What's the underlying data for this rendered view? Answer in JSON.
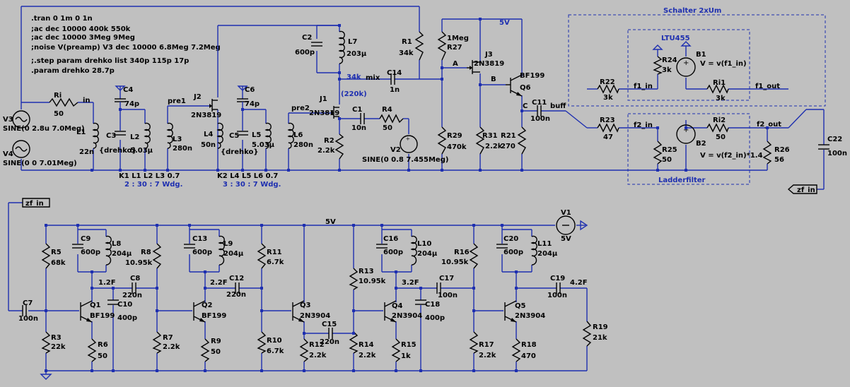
{
  "directives": [
    ".tran 0 1m 0 1n",
    ";ac dec 10000 400k 550k",
    ";ac dec 10000 3Meg 9Meg",
    ";noise V(preamp) V3 dec 10000 6.8Meg 7.2Meg",
    ";.step param drehko list 340p 115p 17p",
    ".param drehko 28.7p"
  ],
  "top": {
    "V3": "V3",
    "V3v": "SINE(0 2.8u 7.0Meg)",
    "V4": "V4",
    "V4v": "SINE(0 0 7.01Meg)",
    "Ri": "Ri",
    "Riv": "50",
    "in": "in",
    "L1": "L1",
    "L1v": "22n",
    "C3": "C3",
    "C3v": "{drehko}",
    "C4": "C4",
    "C4v": "74p",
    "L2": "L2",
    "L2v": "5.03µ",
    "L3": "L3",
    "L3v": "280n",
    "pre1": "pre1",
    "J2": "J2",
    "J2v": "2N3819",
    "L4": "L4",
    "L4v": "50n",
    "C5": "C5",
    "C5v": "{drehko}",
    "C6": "C6",
    "C6v": "74p",
    "L5": "L5",
    "L5v": "5.03µ",
    "L6": "L6",
    "L6v": "280n",
    "pre2": "pre2",
    "K1": "K1 L1 L2 L3 0.7",
    "K1w": "2 : 30 : 7 Wdg.",
    "K2": "K2 L4 L5 L6 0.7",
    "K2w": "3 : 30 : 7 Wdg.",
    "C2": "C2",
    "C2v": "600p",
    "L7": "L7",
    "L7v": "203µ",
    "f34k": "34k",
    "mix": "mix",
    "f220k": "(220k)",
    "J1": "J1",
    "J1v": "2N3819",
    "C1": "C1",
    "C1v": "10n",
    "R4": "R4",
    "R4v": "50",
    "C14": "C14",
    "C14v": "1n",
    "R2": "R2",
    "R2v": "2.2k",
    "V2": "V2",
    "V2v": "SINE(0 0.8 7.455Meg)",
    "R1": "R1",
    "R1v": "34k",
    "R27": "R27",
    "R27v": "1Meg",
    "A": "A",
    "B": "B",
    "C": "C",
    "J3": "J3",
    "J3v": "2N3819",
    "v5": "5V",
    "Q6": "Q6",
    "Q6v": "BF199",
    "R29": "R29",
    "R29v": "470k",
    "R31": "R31",
    "R31v": "2.2k",
    "R21": "R21",
    "R21v": "270",
    "C11": "C11",
    "C11v": "100n",
    "buff": "buff",
    "schalter": "Schalter 2xUm",
    "ltu": "LTU455",
    "R24": "R24",
    "R24v": "3k",
    "B1": "B1",
    "B1v": "V = v(f1_in)",
    "R22": "R22",
    "R22v": "3k",
    "f1in": "f1_in",
    "Ri1": "Ri1",
    "Ri1v": "3k",
    "f1out": "f1_out",
    "R23": "R23",
    "R23v": "47",
    "f2in": "f2_in",
    "Ri2": "Ri2",
    "Ri2v": "50",
    "f2out": "f2_out",
    "R25": "R25",
    "R25v": "50",
    "B2": "B2",
    "B2v": "V = v(f2_in)*1.4",
    "R26": "R26",
    "R26v": "56",
    "ladder": "Ladderfilter",
    "C22": "C22",
    "C22v": "100n",
    "zfin": "zf_in"
  },
  "bottom": {
    "zfin": "zf_in",
    "v5": "5V",
    "V1": "V1",
    "V1v": "5V",
    "C7": "C7",
    "C7v": "100n",
    "R5": "R5",
    "R5v": "68k",
    "R3": "R3",
    "R3v": "22k",
    "C9": "C9",
    "C9v": "600p",
    "L8": "L8",
    "L8v": "204µ",
    "Q1": "Q1",
    "Q1v": "BF199",
    "R6": "R6",
    "R6v": "50",
    "C8": "C8",
    "C8v": "220n",
    "C10": "C10",
    "C10v": "400p",
    "n12": "1.2F",
    "R8": "R8",
    "R8v": "10.95k",
    "R7": "R7",
    "R7v": "2.2k",
    "C13": "C13",
    "C13v": "600p",
    "L9": "L9",
    "L9v": "204µ",
    "Q2": "Q2",
    "Q2v": "BF199",
    "R9": "R9",
    "R9v": "50",
    "C12": "C12",
    "C12v": "220n",
    "n22": "2.2F",
    "R11": "R11",
    "R11v": "6.7k",
    "R10": "R10",
    "R10v": "6.7k",
    "Q3": "Q3",
    "Q3v": "2N3904",
    "R12": "R12",
    "R12v": "2.2k",
    "C15": "C15",
    "C15v": "220n",
    "R13": "R13",
    "R13v": "10.95k",
    "R14": "R14",
    "R14v": "2.2k",
    "C16": "C16",
    "C16v": "600p",
    "L10": "L10",
    "L10v": "204µ",
    "Q4": "Q4",
    "Q4v": "2N3904",
    "R15": "R15",
    "R15v": "1k",
    "C18": "C18",
    "C18v": "400p",
    "C17": "C17",
    "C17v": "100n",
    "n32": "3.2F",
    "R16": "R16",
    "R16v": "10.95k",
    "R17": "R17",
    "R17v": "2.2k",
    "C20": "C20",
    "C20v": "600p",
    "L11": "L11",
    "L11v": "204µ",
    "Q5": "Q5",
    "Q5v": "2N3904",
    "R18": "R18",
    "R18v": "470",
    "C19": "C19",
    "C19v": "100n",
    "n42": "4.2F",
    "R19": "R19",
    "R19v": "21k"
  }
}
